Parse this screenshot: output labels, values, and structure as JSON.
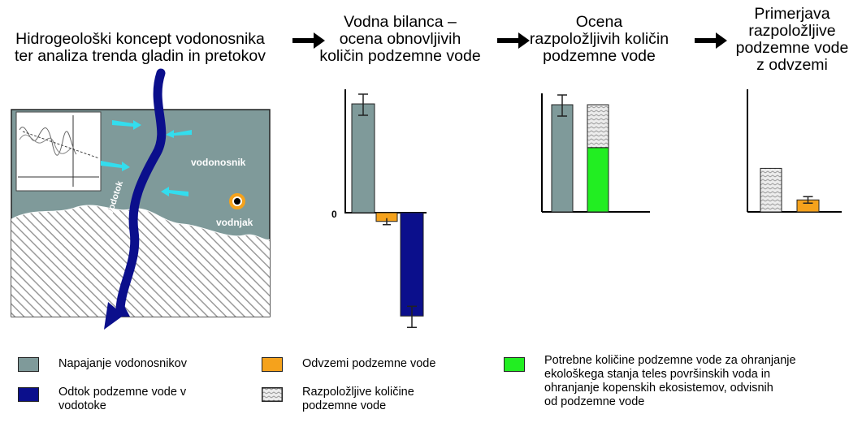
{
  "steps": [
    {
      "title": "Hidrogeološki koncept vodonosnika\nter analiza trenda gladin in pretokov"
    },
    {
      "title": "Vodna bilanca –\nocena obnovljivih\nkoličin podzemne vode"
    },
    {
      "title": "Ocena\nrazpoložljivih količin\npodzemne vode"
    },
    {
      "title": "Primerjava\nrazpoložljive\npodzemne vode\nz odvzemi"
    }
  ],
  "concept": {
    "aquifer_label": "vodonosnik",
    "stream_label": "vodotok",
    "well_label": "vodnjak"
  },
  "balance_chart": {
    "zero_label": "0"
  },
  "chart_data": [
    {
      "type": "bar",
      "categories": [
        "Napajanje vodonosnikov",
        "Odvzemi podzemne vode",
        "Odtok podzemne vode v vodotoke"
      ],
      "values": [
        1.0,
        -0.08,
        -0.95
      ],
      "title": "",
      "xlabel": "",
      "ylabel": ""
    },
    {
      "type": "bar",
      "categories": [
        "Napajanje vodonosnikov",
        "Potrebne količine podzemne vode",
        "Razpoložljive količine podzemne vode"
      ],
      "values": [
        1.0,
        0.6,
        0.4
      ],
      "title": "",
      "xlabel": "",
      "ylabel": ""
    },
    {
      "type": "bar",
      "categories": [
        "Razpoložljive količine podzemne vode",
        "Odvzemi podzemne vode"
      ],
      "values": [
        0.4,
        0.11
      ],
      "title": "",
      "xlabel": "",
      "ylabel": ""
    }
  ],
  "colors": {
    "recharge": "#7f9a9a",
    "outflow": "#0b0f8c",
    "abstraction": "#f5a21c",
    "ecological": "#22ee22",
    "aquifer": "#7f9a9a",
    "inflow_arrow": "#33ddee"
  },
  "legend": [
    {
      "label": "Napajanje vodonosnikov",
      "swatch": "recharge"
    },
    {
      "label": "Odtok podzemne vode v\nvodotoke",
      "swatch": "outflow"
    },
    {
      "label": "Odvzemi podzemne vode",
      "swatch": "abstraction"
    },
    {
      "label": "Razpoložljive količine\npodzemne vode",
      "swatch": "available"
    },
    {
      "label": "Potrebne količine podzemne vode za ohranjanje\nekološkega stanja teles površinskih voda in\nohranjanje kopenskih ekosistemov, odvisnih\nod podzemne vode",
      "swatch": "ecological"
    }
  ]
}
